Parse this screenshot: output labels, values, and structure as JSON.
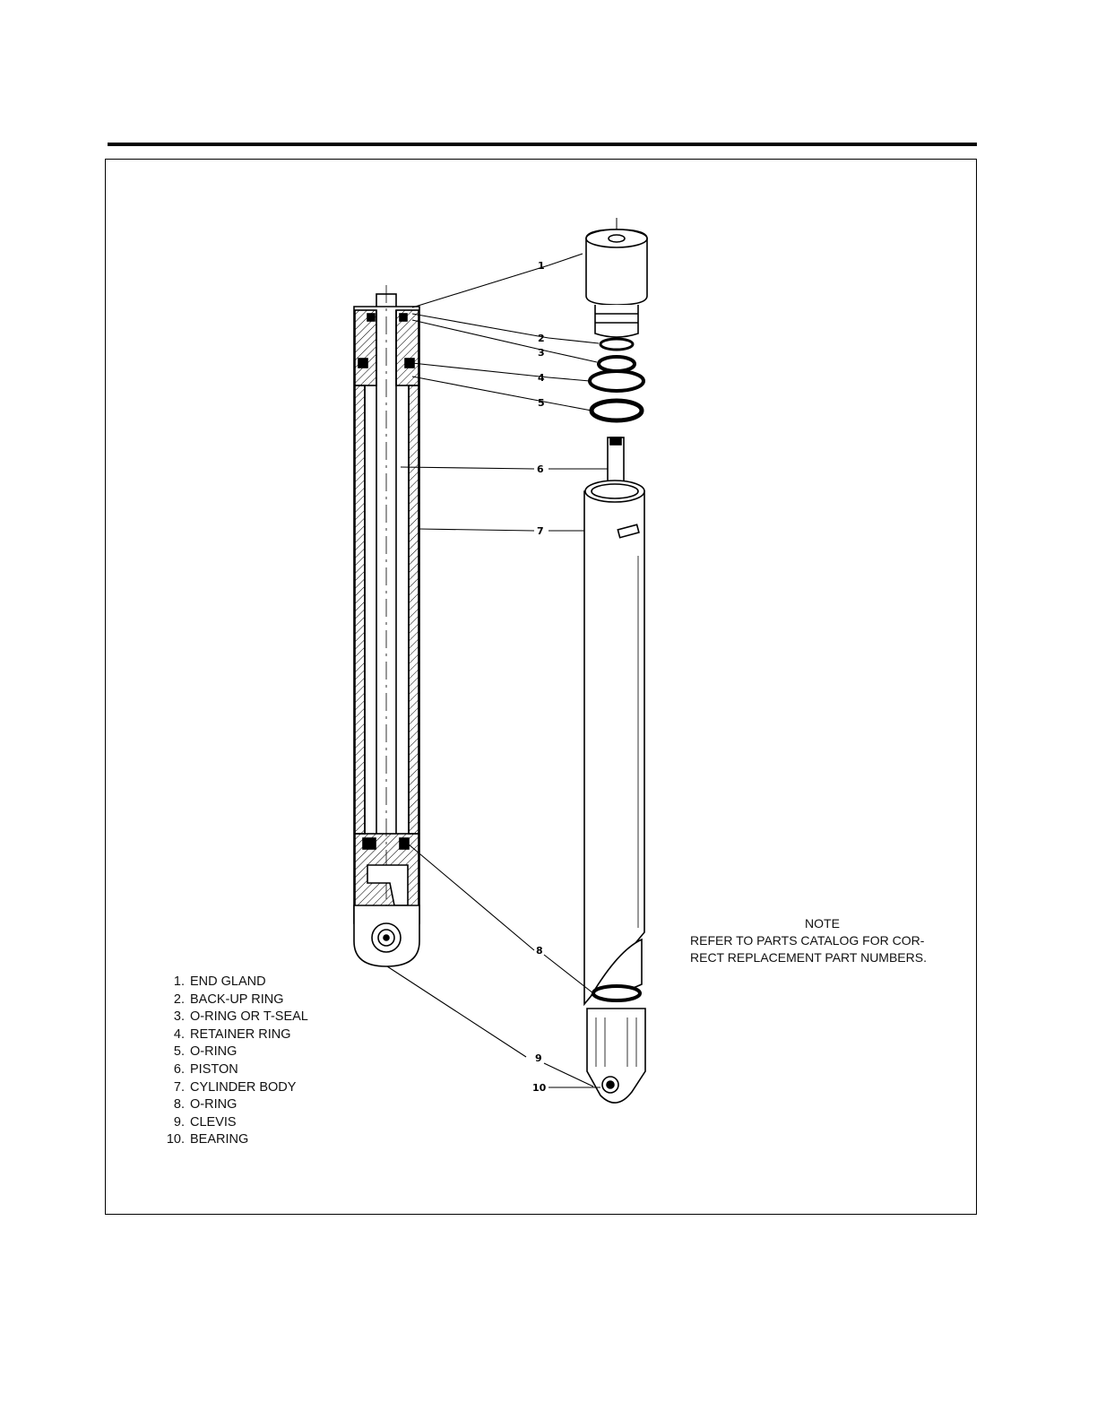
{
  "callouts": [
    "1",
    "2",
    "3",
    "4",
    "5",
    "6",
    "7",
    "8",
    "9",
    "10"
  ],
  "legend": [
    {
      "num": "1.",
      "label": "END GLAND"
    },
    {
      "num": "2.",
      "label": "BACK-UP RING"
    },
    {
      "num": "3.",
      "label": "O-RING OR T-SEAL"
    },
    {
      "num": "4.",
      "label": "RETAINER RING"
    },
    {
      "num": "5.",
      "label": "O-RING"
    },
    {
      "num": "6.",
      "label": "PISTON"
    },
    {
      "num": "7.",
      "label": "CYLINDER BODY"
    },
    {
      "num": "8.",
      "label": "O-RING"
    },
    {
      "num": "9.",
      "label": "CLEVIS"
    },
    {
      "num": "10.",
      "label": "BEARING"
    }
  ],
  "note": {
    "title": "NOTE",
    "line1": "REFER TO PARTS CATALOG FOR COR-",
    "line2": "RECT REPLACEMENT PART NUMBERS."
  }
}
